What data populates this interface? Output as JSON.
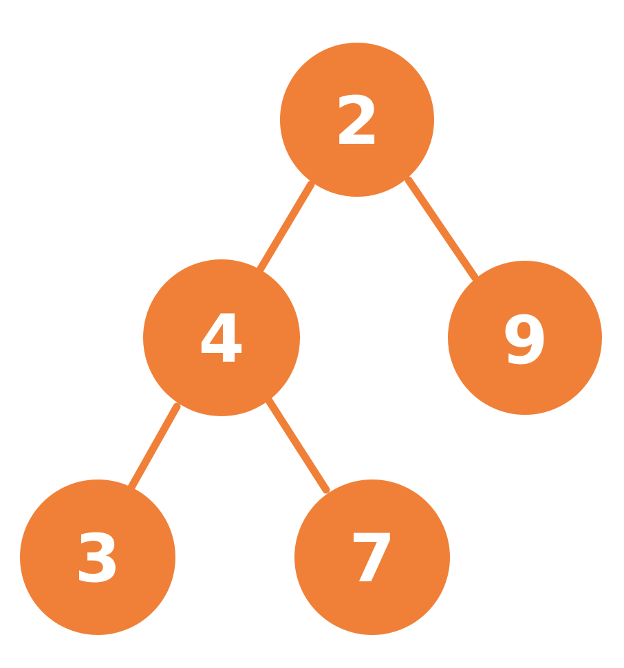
{
  "colors": {
    "background": "#ffffff",
    "node_fill": "#f08038",
    "edge": "#f08038",
    "label": "#ffffff"
  },
  "tree": {
    "nodes": [
      {
        "id": "n2",
        "label": "2"
      },
      {
        "id": "n4",
        "label": "4"
      },
      {
        "id": "n9",
        "label": "9"
      },
      {
        "id": "n3",
        "label": "3"
      },
      {
        "id": "n7",
        "label": "7"
      }
    ],
    "edges": [
      {
        "from": "n2",
        "to": "n4"
      },
      {
        "from": "n2",
        "to": "n9"
      },
      {
        "from": "n4",
        "to": "n3"
      },
      {
        "from": "n4",
        "to": "n7"
      }
    ]
  }
}
